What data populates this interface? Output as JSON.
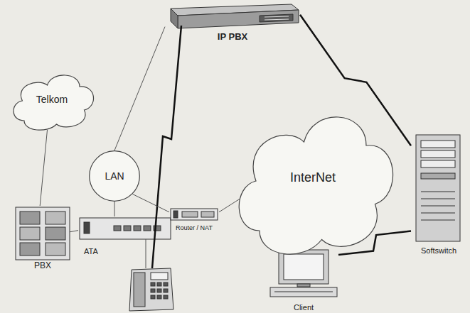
{
  "diagram": {
    "nodes": [
      {
        "text": [
          "IP PBX"
        ]
      },
      {
        "text": [
          "Telkom"
        ]
      },
      {
        "text": [
          "LAN"
        ]
      },
      {
        "text": [
          "Router / NAT"
        ]
      },
      {
        "text": [
          "InterNet"
        ]
      },
      {
        "text": [
          "Softswitch"
        ]
      },
      {
        "text": [
          "PBX"
        ]
      },
      {
        "text": [
          "ATA"
        ]
      },
      {
        "text": [
          "Client"
        ]
      }
    ],
    "edges": [
      {
        "from": 0,
        "to": 2,
        "arrow": "none"
      },
      {
        "from": 0,
        "to": 5,
        "arrow": "none"
      },
      {
        "from": 1,
        "to": 6,
        "arrow": "none"
      },
      {
        "from": 6,
        "to": 7,
        "arrow": "none"
      },
      {
        "from": 2,
        "to": 7,
        "arrow": "none"
      },
      {
        "from": 2,
        "to": 3,
        "arrow": "none"
      },
      {
        "from": 3,
        "to": 4,
        "arrow": "none"
      },
      {
        "from": 8,
        "to": 5,
        "arrow": "none"
      }
    ]
  }
}
